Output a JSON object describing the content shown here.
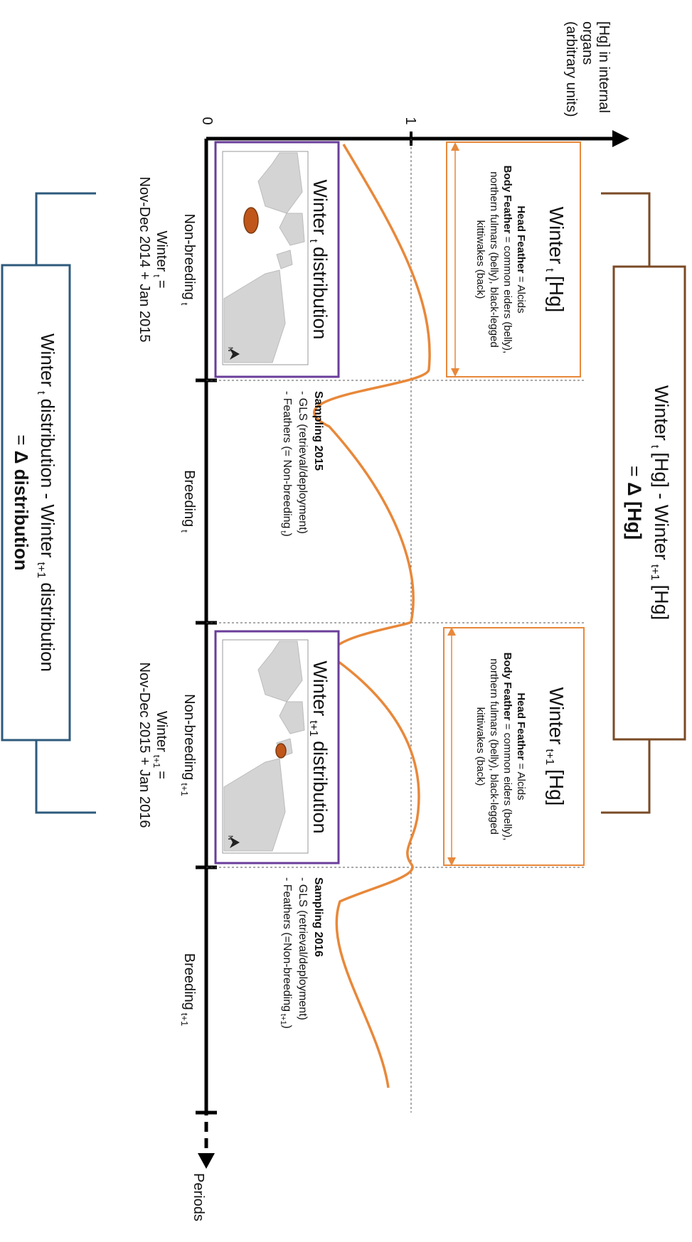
{
  "axes": {
    "y_label_lines": [
      "[Hg] in internal",
      "organs",
      "(arbitrary units)"
    ],
    "y_tick_0": "0",
    "y_tick_1": "1",
    "x_label": "Periods"
  },
  "periods": {
    "p1": {
      "main": "Non-breeding",
      "sub": "t"
    },
    "p2": {
      "main": "Breeding",
      "sub": "t"
    },
    "p3": {
      "main": "Non-breeding",
      "sub": "t+1"
    },
    "p4": {
      "main": "Breeding",
      "sub": "t+1"
    }
  },
  "winters": {
    "w1": {
      "label": "Winter",
      "sub": "t",
      "eq": "=",
      "dates": "Nov-Dec 2014 + Jan 2015"
    },
    "w2": {
      "label": "Winter",
      "sub": "t+1",
      "eq": "=",
      "dates": "Nov-Dec 2015 + Jan 2016"
    }
  },
  "hg_boxes": {
    "b1": {
      "title": "Winter",
      "title_sub": "t",
      "title_end": "[Hg]",
      "head_bold": "Head Feather",
      "head_rest": " = Alcids",
      "body_bold": "Body Feather",
      "body_rest": " = common eiders (belly),",
      "line3": "northern fulmars (belly), black-legged",
      "line4": "kittiwakes (back)"
    },
    "b2": {
      "title": "Winter",
      "title_sub": "t+1",
      "title_end": "[Hg]",
      "head_bold": "Head Feather",
      "head_rest": " = Alcids",
      "body_bold": "Body Feather",
      "body_rest": " = common eiders (belly),",
      "line3": "northern fulmars (belly), black-legged",
      "line4": "kittiwakes (back)"
    }
  },
  "dist_boxes": {
    "d1": {
      "title": "Winter",
      "sub": "t",
      "end": "distribution"
    },
    "d2": {
      "title": "Winter",
      "sub": "t+1",
      "end": "distribution"
    }
  },
  "sampling": {
    "s1": {
      "title": "Sampling 2015",
      "item1": "GLS (retrieval/deployment)",
      "item2": "Feathers (= Non-breeding",
      "item2_sub": "t",
      "item2_end": ")"
    },
    "s2": {
      "title": "Sampling 2016",
      "item1": "GLS (retrieval/deployment)",
      "item2": "Feathers (=Non-breeding",
      "item2_sub": "t+1",
      "item2_end": ")"
    }
  },
  "delta_hg": {
    "line1_a": "Winter",
    "line1_sub1": "t",
    "line1_b": "[Hg] - Winter",
    "line1_sub2": "t+1",
    "line1_c": "[Hg]",
    "line2_a": "= ",
    "line2_b": "Δ [Hg]"
  },
  "delta_dist": {
    "line1_a": "Winter",
    "line1_sub1": "t",
    "line1_b": "distribution - Winter",
    "line1_sub2": "t+1",
    "line1_c": "distribution",
    "line2_a": "= ",
    "line2_b": "Δ distribution"
  },
  "map": {
    "north_letter": "N"
  },
  "colors": {
    "curve": "#e8883a",
    "hg_box": "#e8883a",
    "dist_box": "#6a3d9a",
    "delta_hg": "#7a4a26",
    "delta_dist": "#2e5a7c",
    "ellipse": "#c0561a",
    "land": "#d4d4d4"
  }
}
